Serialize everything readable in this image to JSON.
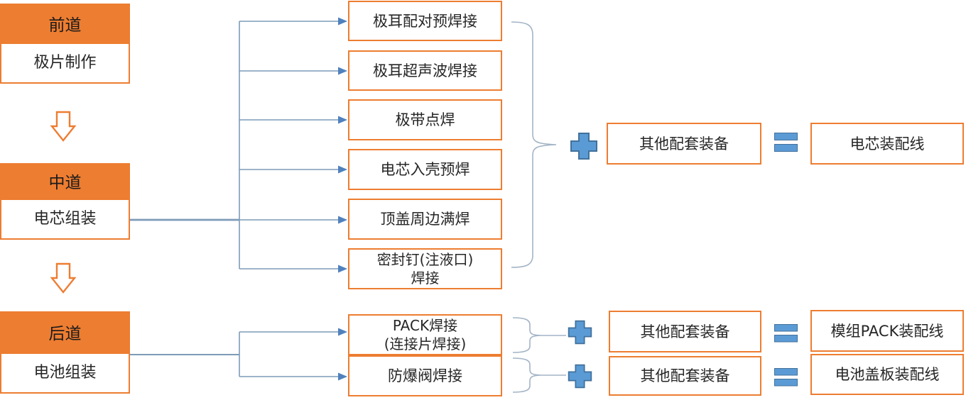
{
  "colors": {
    "accent_orange": "#ED7D31",
    "connector": "#7D9BB8",
    "arrowhead": "#4F81BD",
    "icon_fill": "#5B9BD5",
    "icon_border": "#41719C",
    "brace": "#A3B4C6",
    "text": "#262626"
  },
  "stages": [
    {
      "header": "前道",
      "body": "极片制作"
    },
    {
      "header": "中道",
      "body": "电芯组装"
    },
    {
      "header": "后道",
      "body": "电池组装"
    }
  ],
  "processes": {
    "cell_assembly": [
      "极耳配对预焊接",
      "极耳超声波焊接",
      "极带点焊",
      "电芯入壳预焊",
      "顶盖周边满焊",
      "密封钉(注液口)\n焊接"
    ],
    "pack_assembly": [
      "PACK焊接\n(连接片焊接)",
      "防爆阀焊接"
    ]
  },
  "result_rows": [
    {
      "other": "其他配套装备",
      "result": "电芯装配线"
    },
    {
      "other": "其他配套装备",
      "result": "模组PACK装配线"
    },
    {
      "other": "其他配套装备",
      "result": "电池盖板装配线"
    }
  ],
  "icons": {
    "plus": "plus-icon",
    "equals": "equals-icon",
    "down_arrow": "down-arrow-icon",
    "brace": "right-brace-icon"
  }
}
